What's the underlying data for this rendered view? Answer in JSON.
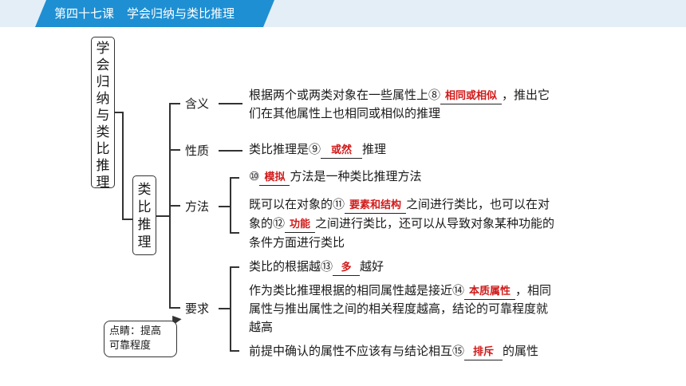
{
  "header": {
    "lesson": "第四十七课",
    "title": "学会归纳与类比推理"
  },
  "outer_box": [
    "学",
    "会",
    "归",
    "纳",
    "与",
    "类",
    "比",
    "推",
    "理"
  ],
  "inner_box": [
    "类",
    "比",
    "推",
    "理"
  ],
  "branches": {
    "meaning": {
      "label": "含义",
      "line1_pre": "根据两个或两类对象在一些属性上⑧",
      "ans": "相同或相似",
      "line1_post": "，推出它",
      "line2": "们在其他属性上也相同或相似的推理"
    },
    "nature": {
      "label": "性质",
      "pre": "类比推理是⑨",
      "ans": "或然",
      "post": "推理"
    },
    "method": {
      "label": "方法",
      "item1_pre": "⑩",
      "item1_ans": "模拟",
      "item1_post": "方法是一种类比推理方法",
      "item2_l1_pre": "既可以在对象的⑪",
      "item2_ans1": "要素和结构",
      "item2_l1_post": "之间进行类比，也可以在对",
      "item2_l2_pre": "象的⑫",
      "item2_ans2": "功能",
      "item2_l2_post": "之间进行类比，还可以从导致对象某种功能的",
      "item2_l3": "条件方面进行类比"
    },
    "requirement": {
      "label": "要求",
      "item1_pre": "类比的根据越⑬",
      "item1_ans": "多",
      "item1_post": "越好",
      "item2_l1_pre": "作为类比推理根据的相同属性越是接近⑭",
      "item2_ans": "本质属性",
      "item2_l1_post": "，相同",
      "item2_l2": "属性与推出属性之间的相关程度越高，结论的可靠程度就",
      "item2_l3": "越高",
      "item3_pre": "前提中确认的属性不应该有与结论相互⑮",
      "item3_ans": "排斥",
      "item3_post": "的属性"
    }
  },
  "callout": {
    "line1": "点睛：提高",
    "line2": "可靠程度"
  }
}
